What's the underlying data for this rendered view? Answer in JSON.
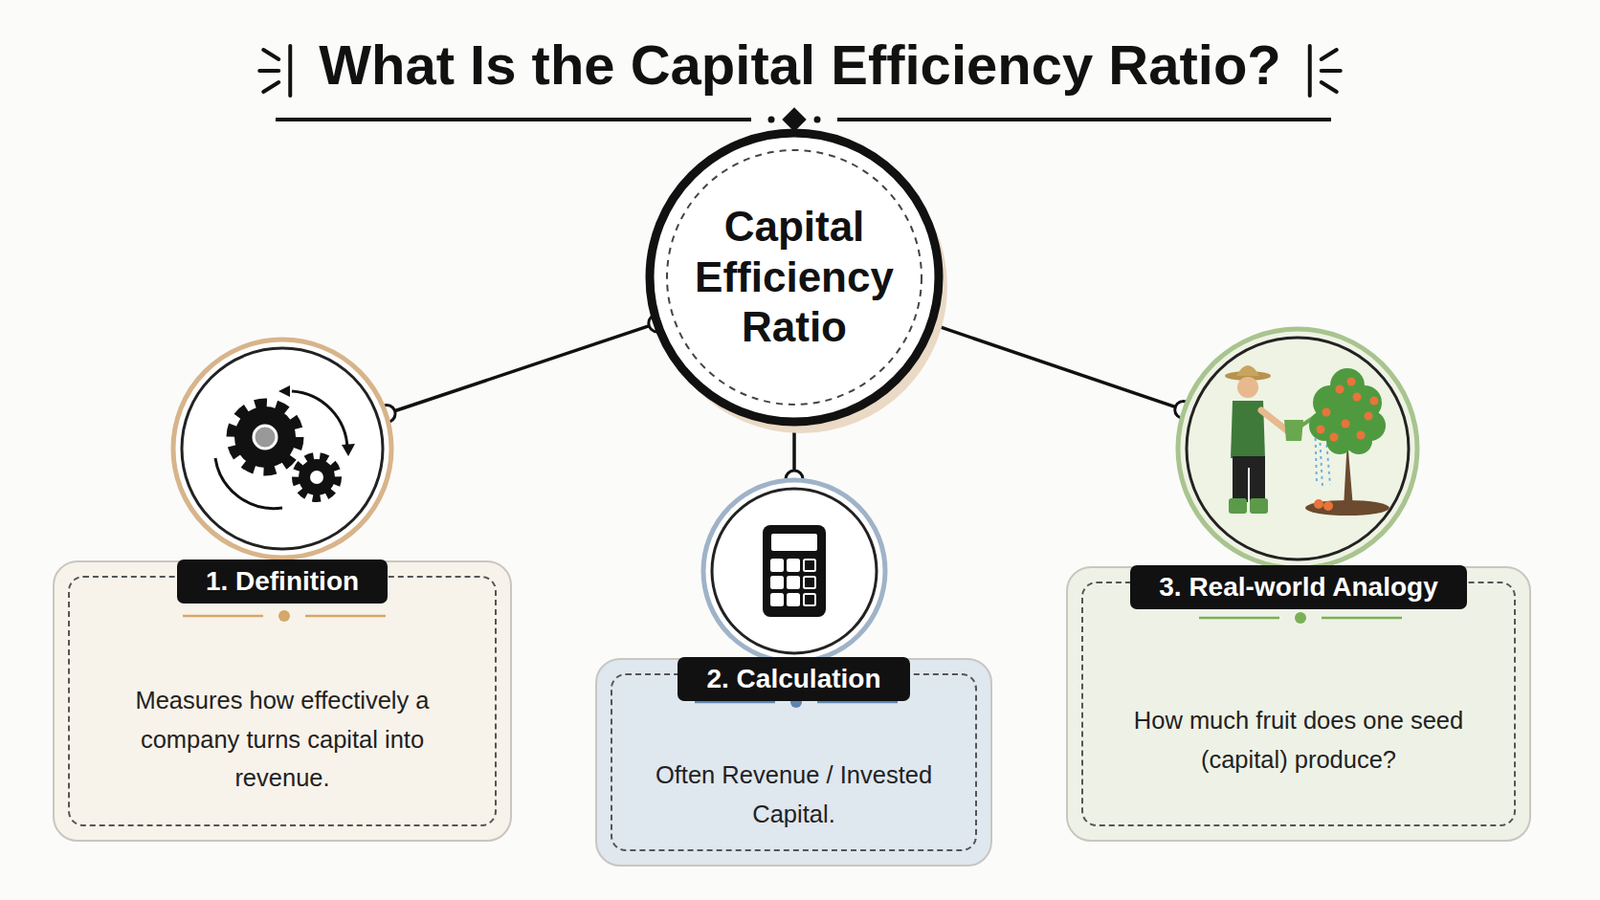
{
  "diagram": {
    "title": "What Is the Capital Efficiency Ratio?",
    "nodes": [
      {
        "text": [
          "Capital Efficiency Ratio"
        ]
      },
      {
        "text": [
          "1. Definition",
          "Measures how effectively a company turns capital into revenue."
        ]
      },
      {
        "text": [
          "2. Calculation",
          "Often Revenue / Invested Capital."
        ]
      },
      {
        "text": [
          "3. Real-world Analogy",
          "How much fruit does one seed (capital) produce?"
        ]
      }
    ],
    "edges": [
      {
        "from": 0,
        "to": 1,
        "arrow": "none"
      },
      {
        "from": 0,
        "to": 2,
        "arrow": "none"
      },
      {
        "from": 0,
        "to": 3,
        "arrow": "none"
      }
    ]
  }
}
